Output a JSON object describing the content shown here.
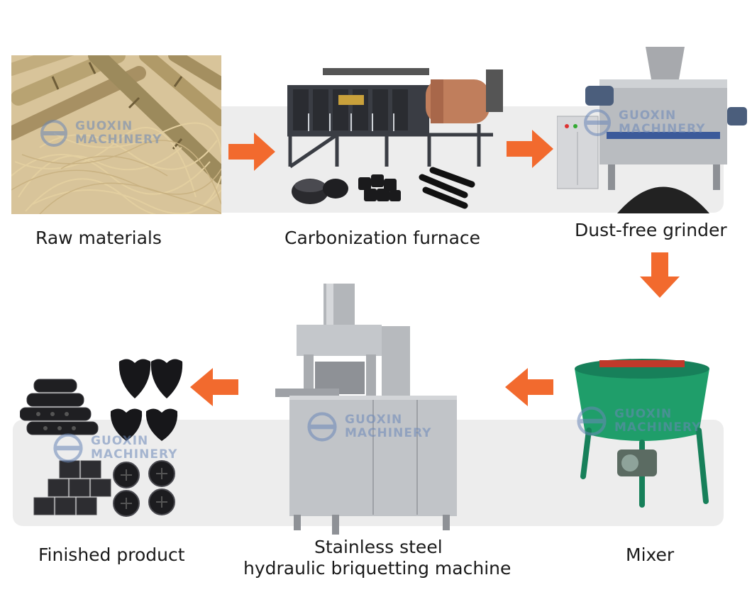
{
  "steps": {
    "raw": {
      "label": "Raw materials"
    },
    "carbonization": {
      "label": "Carbonization furnace"
    },
    "grinder": {
      "label": "Dust-free grinder"
    },
    "mixer": {
      "label": "Mixer"
    },
    "press": {
      "label_line1": "Stainless steel",
      "label_line2": "hydraulic briquetting machine"
    },
    "finished": {
      "label": "Finished product"
    }
  },
  "watermark": {
    "line1": "GUOXIN",
    "line2": "MACHINERY"
  },
  "colors": {
    "arrow": "#f26a2e",
    "band": "#ededed",
    "mixer_green": "#1f9e6a",
    "steel": "#b9bcc0",
    "charcoal": "#1f1f22",
    "wm": "#6a87b8"
  },
  "icons": [
    "arrow-right-icon",
    "arrow-down-icon",
    "arrow-left-icon",
    "watermark-logo-icon"
  ]
}
